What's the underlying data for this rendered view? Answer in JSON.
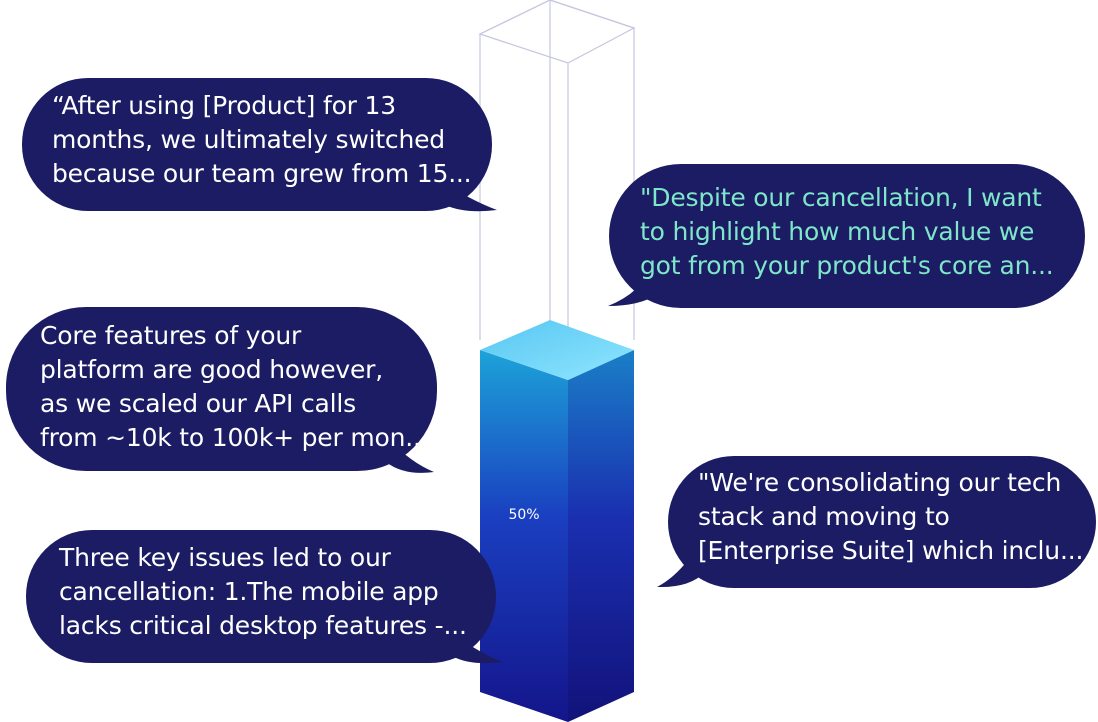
{
  "meter": {
    "percent_label": "50%",
    "fill_fraction": 0.5
  },
  "quotes": [
    {
      "text": "“After using [Product] for 13\nmonths, we ultimately switched\nbecause our team grew from 15..."
    },
    {
      "text": "\"Despite our cancellation, I want\nto highlight how much value we\ngot from your product's core an..."
    },
    {
      "text": "Core features of your\nplatform are good however,\nas we scaled our API calls\nfrom ~10k to 100k+ per mon..."
    },
    {
      "text": "\"We're consolidating our tech\nstack and moving to\n[Enterprise Suite] which inclu..."
    },
    {
      "text": "Three key issues led to our\ncancellation:  1.The mobile app\nlacks critical desktop features -..."
    }
  ],
  "colors": {
    "bubble_fill": "#1b1c63",
    "highlight_text": "#7ee6c9",
    "body_text": "#ffffff",
    "liquid_top": "#6fd8f7",
    "liquid_front_top": "#1da3d8",
    "liquid_front_bottom": "#141a8a",
    "liquid_side_top": "#1a7fc7",
    "liquid_side_bottom": "#15157a",
    "glass_edge": "#c5c7de"
  }
}
